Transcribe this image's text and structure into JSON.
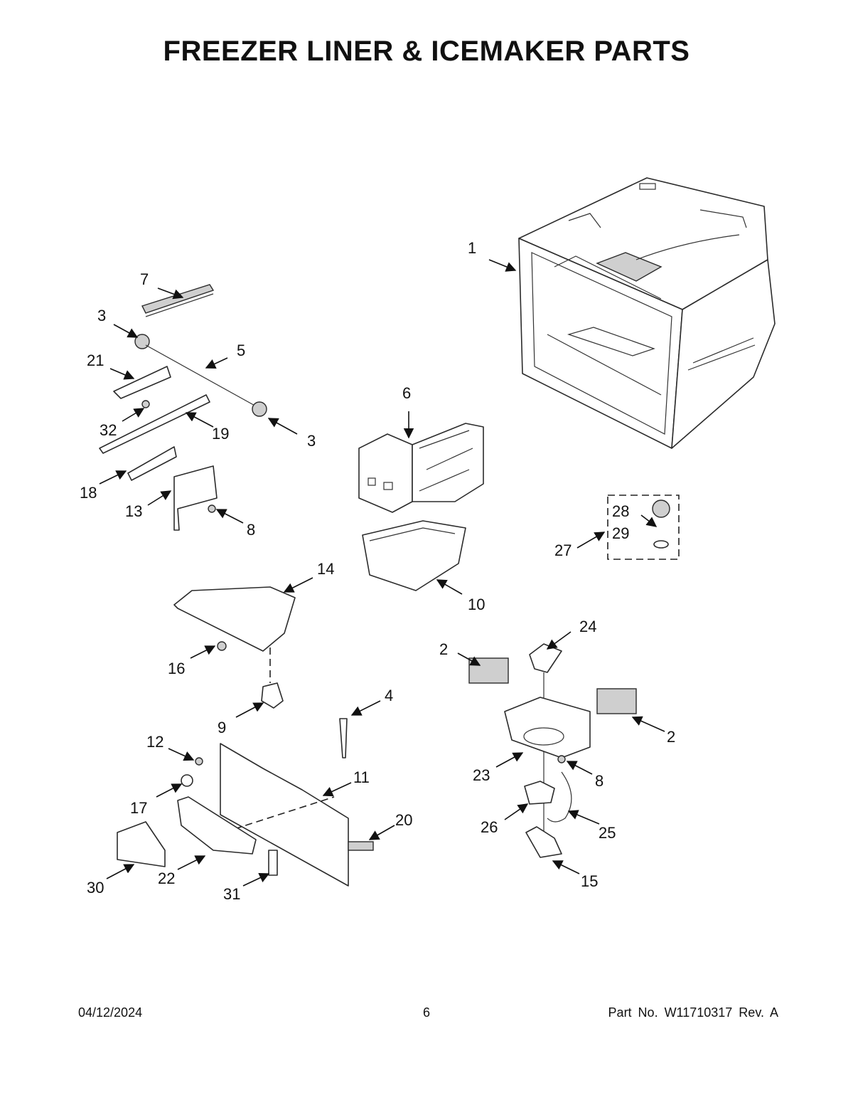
{
  "header": {
    "title": "FREEZER LINER & ICEMAKER PARTS"
  },
  "footer": {
    "date": "04/12/2024",
    "page": "6",
    "part_number": "Part No.  W11710317  Rev.  A"
  },
  "callouts": [
    "1",
    "7",
    "3",
    "5",
    "21",
    "32",
    "19",
    "3",
    "18",
    "13",
    "8",
    "6",
    "28",
    "29",
    "27",
    "10",
    "14",
    "16",
    "24",
    "2",
    "2",
    "9",
    "4",
    "12",
    "23",
    "8",
    "11",
    "17",
    "20",
    "26",
    "25",
    "30",
    "22",
    "31",
    "15"
  ]
}
